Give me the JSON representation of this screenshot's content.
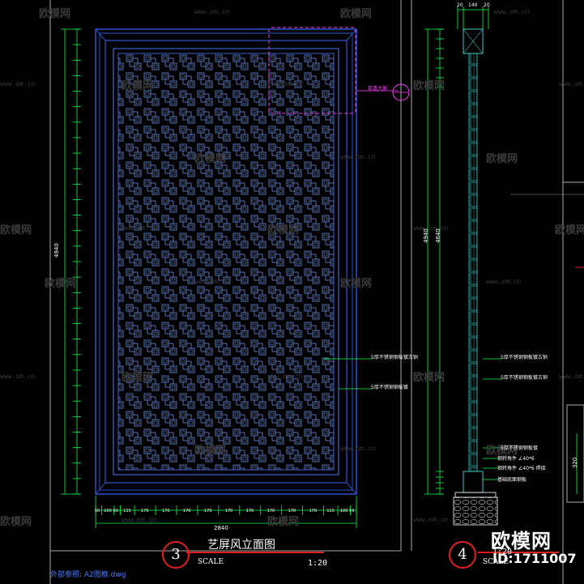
{
  "drawing": {
    "title": "艺屏风立面图",
    "scale_label": "SCALE",
    "scale_ratio": "1:20",
    "detail_number_left": "3",
    "detail_number_right": "4",
    "scale_label_right": "SCALE",
    "ratio_right": "1:20",
    "reference_file": "外部参照: A2图框.dwg"
  },
  "brand": {
    "name": "欧模网",
    "id": "ID:1711007",
    "watermark_text": "欧模网",
    "watermark_url": "www.om.cn"
  },
  "callouts": {
    "tag_top": "拾遗大屏",
    "left_1": "5厚不锈钢钢板镀古铜",
    "left_2": "5厚不锈钢钢板镀",
    "right_1": "5厚不锈钢钢板镀古铜",
    "right_2": "5厚不锈钢钢板镀古铜",
    "right_3": "5厚不锈钢钢板镀",
    "right_4": "钢转角件 ∠40*6",
    "right_5": "钢转角件 ∠40*6 焊接",
    "right_6": "基础底面钢板"
  },
  "dimensions": {
    "bottom": [
      "50",
      "100",
      "50",
      "115",
      "170",
      "170",
      "170",
      "170",
      "170",
      "170",
      "170",
      "170",
      "170",
      "115",
      "100",
      "50"
    ],
    "bottom_total": "2840",
    "left_total": "4940",
    "top_right": [
      "20",
      "140",
      "20"
    ],
    "right_total_a": "4940",
    "right_total_b": "4640",
    "right_small": "320"
  },
  "colors": {
    "frame": "#3a66ff",
    "dim": "#00ff44",
    "panel": "#4a7bff",
    "accent": "#e02020",
    "magenta": "#ff40ff",
    "cyan": "#40c8c8"
  }
}
